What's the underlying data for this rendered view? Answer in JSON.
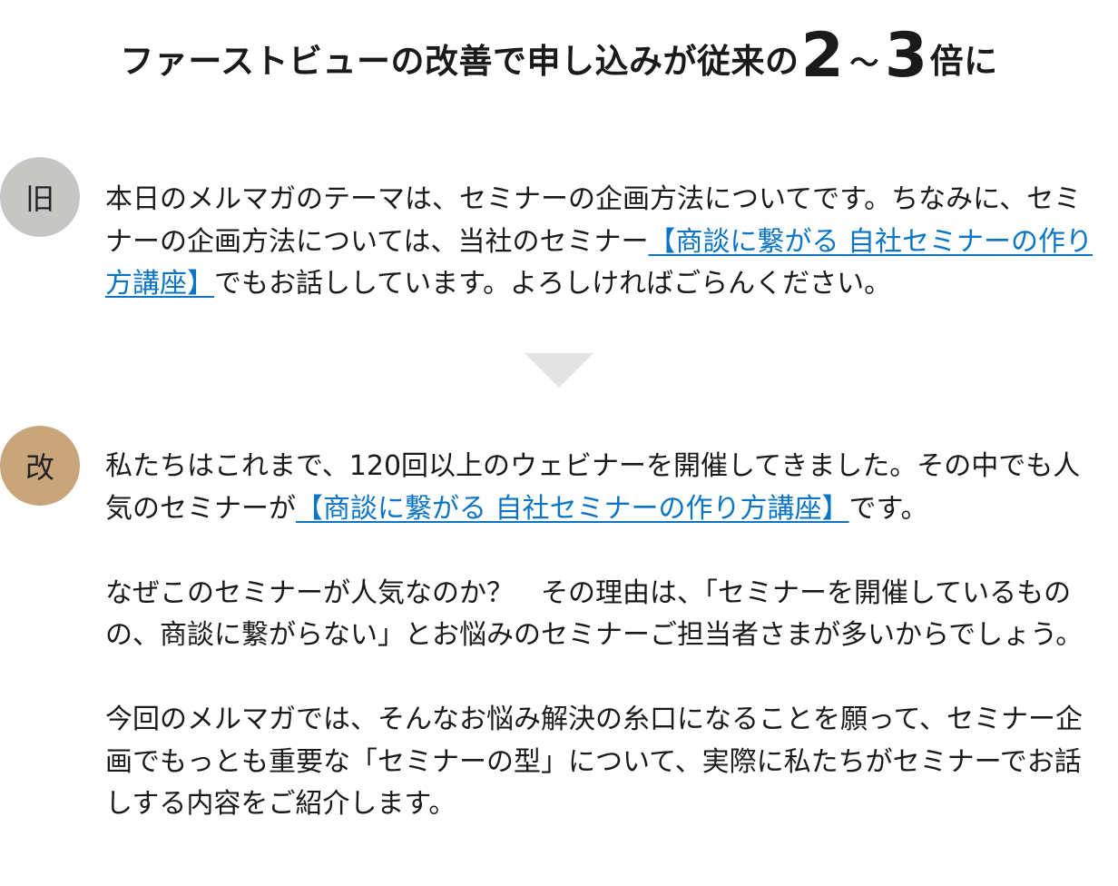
{
  "headline": {
    "prefix": "ファーストビューの改善で申し込みが従来の",
    "num_from": "2",
    "tilde": "～",
    "num_to": "3",
    "suffix": "倍に"
  },
  "before": {
    "badge": "旧",
    "text_1": "本日のメルマガのテーマは、セミナーの企画方法についてです。ちなみに、セミナーの企画方法については、当社のセミナー",
    "link": "【商談に繋がる 自社セミナーの作り方講座】",
    "text_2": "でもお話ししています。よろしければごらんください。"
  },
  "after": {
    "badge": "改",
    "p1_text_1": "私たちはこれまで、120回以上のウェビナーを開催してきました。その中でも人気のセミナーが",
    "p1_link": "【商談に繋がる 自社セミナーの作り方講座】",
    "p1_text_2": "です。",
    "p2": "なぜこのセミナーが人気なのか？　その理由は、「セミナーを開催しているものの、商談に繋がらない」とお悩みのセミナーご担当者さまが多いからでしょう。",
    "p3": "今回のメルマガでは、そんなお悩み解決の糸口になることを願って、セミナー企画でもっとも重要な「セミナーの型」について、実際に私たちがセミナーでお話しする内容をご紹介します。"
  },
  "colors": {
    "link": "#0b74c4",
    "badge_old": "#c6c7c5",
    "badge_new": "#c8a57a",
    "arrow": "#e3e3e3"
  }
}
